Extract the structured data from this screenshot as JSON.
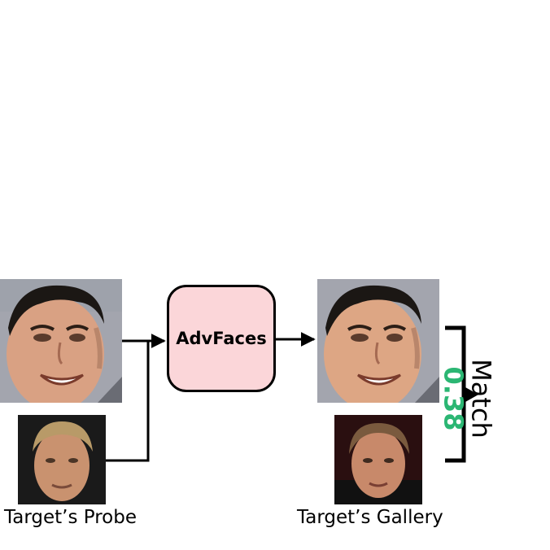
{
  "diagram": {
    "process_label": "AdvFaces",
    "probe_caption": "Target’s Probe",
    "gallery_caption": "Target’s Gallery",
    "result_label": "Match",
    "result_score": "0.38",
    "score_color": "#2bb673",
    "box_color": "#fbd6d9"
  }
}
